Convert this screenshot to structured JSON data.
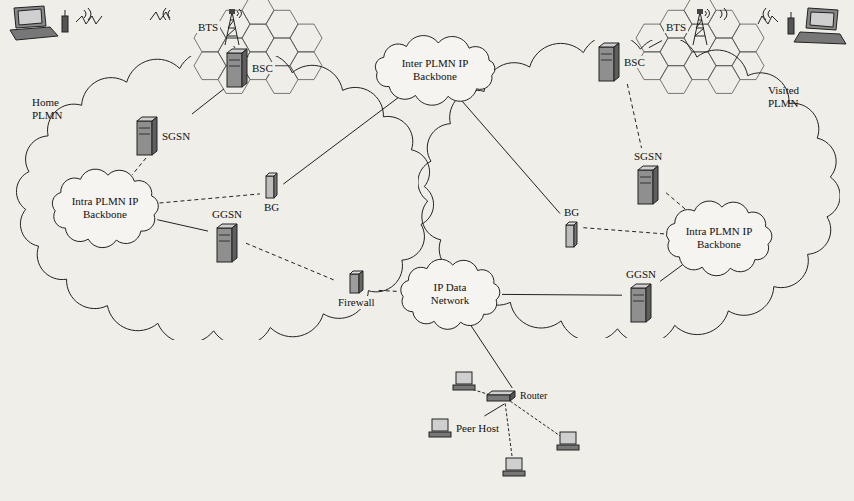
{
  "diagram": {
    "nodes": [
      {
        "text": [
          "Home PLMN"
        ]
      },
      {
        "text": [
          "Visited PLMN"
        ]
      },
      {
        "text": [
          "BTS"
        ]
      },
      {
        "text": [
          "BSC"
        ]
      },
      {
        "text": [
          "BTS"
        ]
      },
      {
        "text": [
          "BSC"
        ]
      },
      {
        "text": [
          "SGSN"
        ],
        "in": 0
      },
      {
        "text": [
          "Intra PLMN IP Backbone"
        ],
        "in": 0
      },
      {
        "text": [
          "BG"
        ],
        "in": 0
      },
      {
        "text": [
          "GGSN"
        ],
        "in": 0
      },
      {
        "text": [
          "Inter PLMN IP Backbone"
        ]
      },
      {
        "text": [
          "BG"
        ],
        "in": 1
      },
      {
        "text": [
          "SGSN"
        ],
        "in": 1
      },
      {
        "text": [
          "Intra PLMN IP Backbone"
        ],
        "in": 1
      },
      {
        "text": [
          "GGSN"
        ],
        "in": 1
      },
      {
        "text": [
          "Firewall"
        ]
      },
      {
        "text": [
          "IP Data Network"
        ]
      },
      {
        "text": [
          "Router"
        ]
      },
      {
        "text": [
          "Peer Host"
        ]
      }
    ],
    "edges": [
      {
        "from": 2,
        "to": 3,
        "arrow": "none"
      },
      {
        "from": 3,
        "to": 6,
        "arrow": "none"
      },
      {
        "from": 4,
        "to": 5,
        "arrow": "none"
      },
      {
        "from": 5,
        "to": 12,
        "arrow": "none"
      },
      {
        "from": 6,
        "to": 7,
        "arrow": "none"
      },
      {
        "from": 7,
        "to": 8,
        "arrow": "none"
      },
      {
        "from": 7,
        "to": 9,
        "arrow": "none"
      },
      {
        "from": 8,
        "to": 10,
        "arrow": "none"
      },
      {
        "from": 10,
        "to": 11,
        "arrow": "none"
      },
      {
        "from": 11,
        "to": 13,
        "arrow": "none"
      },
      {
        "from": 12,
        "to": 13,
        "arrow": "none"
      },
      {
        "from": 13,
        "to": 14,
        "arrow": "none"
      },
      {
        "from": 9,
        "to": 15,
        "arrow": "none"
      },
      {
        "from": 15,
        "to": 16,
        "arrow": "none"
      },
      {
        "from": 14,
        "to": 16,
        "arrow": "none"
      },
      {
        "from": 16,
        "to": 17,
        "arrow": "none"
      },
      {
        "from": 17,
        "to": 18,
        "arrow": "none"
      }
    ]
  }
}
